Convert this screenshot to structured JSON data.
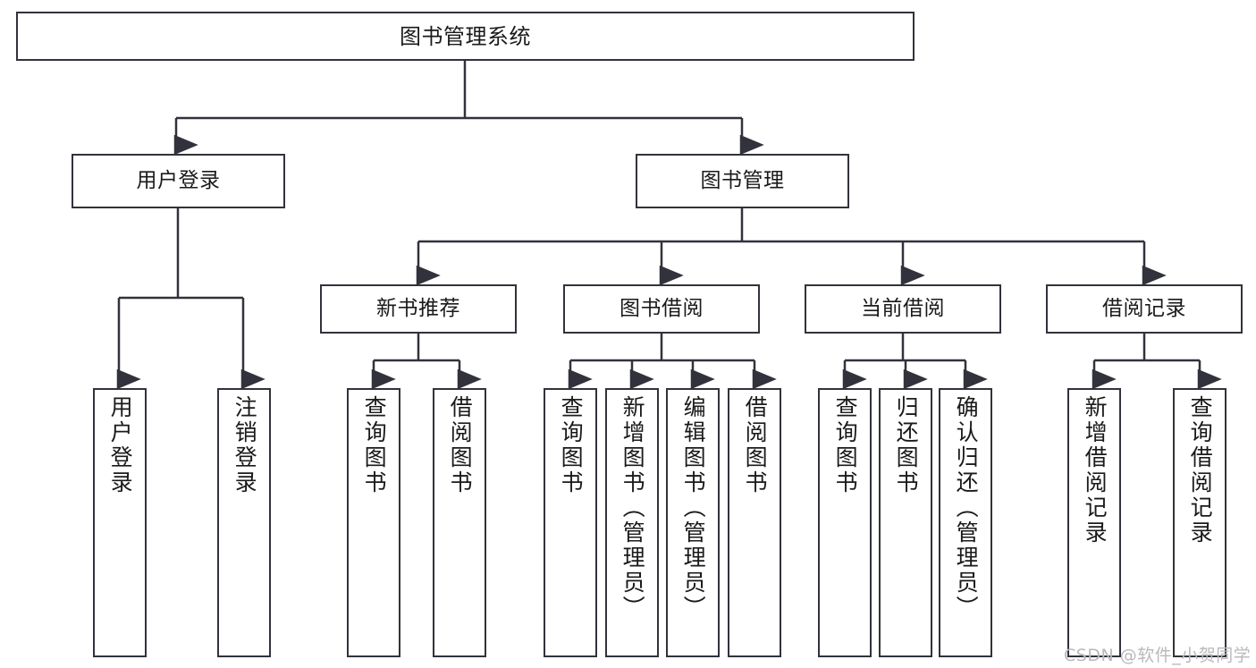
{
  "diagram": {
    "title": "图书管理系统",
    "type": "hierarchy-tree",
    "nodes": {
      "root": {
        "label": "图书管理系统"
      },
      "level1": [
        {
          "id": "user-login",
          "label": "用户登录"
        },
        {
          "id": "book-management",
          "label": "图书管理"
        }
      ],
      "level2": [
        {
          "id": "new-book-recommend",
          "label": "新书推荐",
          "parent": "book-management"
        },
        {
          "id": "book-borrow",
          "label": "图书借阅",
          "parent": "book-management"
        },
        {
          "id": "current-borrow",
          "label": "当前借阅",
          "parent": "book-management"
        },
        {
          "id": "borrow-record",
          "label": "借阅记录",
          "parent": "book-management"
        }
      ],
      "leaves": {
        "user-login": [
          {
            "id": "leaf-user-login",
            "label": "用户登录"
          },
          {
            "id": "leaf-logout",
            "label": "注销登录"
          }
        ],
        "new-book-recommend": [
          {
            "id": "leaf-query-book-1",
            "label": "查询图书"
          },
          {
            "id": "leaf-borrow-book-1",
            "label": "借阅图书"
          }
        ],
        "book-borrow": [
          {
            "id": "leaf-query-book-2",
            "label": "查询图书"
          },
          {
            "id": "leaf-add-book",
            "label": "新增图书（管理员）"
          },
          {
            "id": "leaf-edit-book",
            "label": "编辑图书（管理员）"
          },
          {
            "id": "leaf-borrow-book-2",
            "label": "借阅图书"
          }
        ],
        "current-borrow": [
          {
            "id": "leaf-query-book-3",
            "label": "查询图书"
          },
          {
            "id": "leaf-return-book",
            "label": "归还图书"
          },
          {
            "id": "leaf-confirm-return",
            "label": "确认归还（管理员）"
          }
        ],
        "borrow-record": [
          {
            "id": "leaf-add-record",
            "label": "新增借阅记录"
          },
          {
            "id": "leaf-query-record",
            "label": "查询借阅记录"
          }
        ]
      }
    },
    "colors": {
      "border": "#32323c",
      "background": "#ffffff",
      "text": "#1a1a1a",
      "connector": "#32323c",
      "watermark": "#b9b9bd"
    }
  },
  "watermark": {
    "text": "CSDN @软件_小贺同学"
  }
}
